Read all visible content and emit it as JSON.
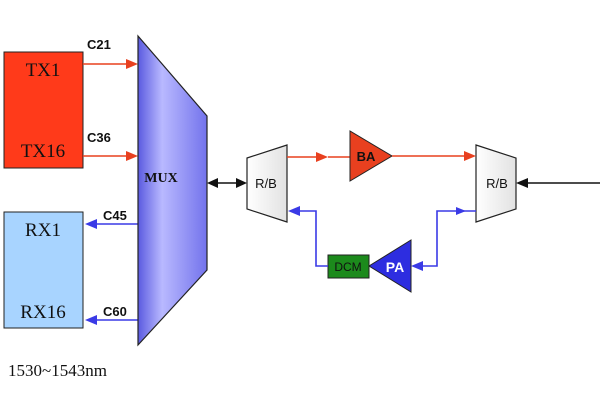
{
  "tx": {
    "top": "TX1",
    "bottom": "TX16",
    "ch_top": "C21",
    "ch_bottom": "C36"
  },
  "rx": {
    "top": "RX1",
    "bottom": "RX16",
    "ch_top": "C45",
    "ch_bottom": "C60"
  },
  "mux": {
    "label": "MUX"
  },
  "rb_left": {
    "label": "R/B"
  },
  "rb_right": {
    "label": "R/B"
  },
  "ba": {
    "label": "BA"
  },
  "pa": {
    "label": "PA"
  },
  "dcm": {
    "label": "DCM"
  },
  "wavelength": {
    "label": "1530~1543nm"
  },
  "colors": {
    "tx_fill": "#ff3a1a",
    "rx_fill": "#a8d4ff",
    "mux_fill": "#8f8ff5",
    "tx_path": "#e8401f",
    "rx_path": "#3a3ae6",
    "dcm_fill": "#1c8a1c",
    "ba_fill": "#e8401f",
    "pa_fill": "#2d2de0"
  }
}
